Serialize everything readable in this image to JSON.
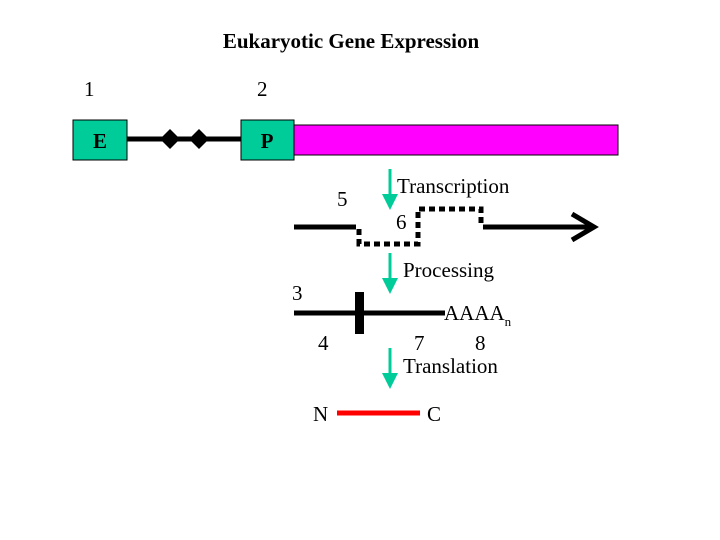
{
  "title": "Eukaryotic Gene Expression",
  "numbers": {
    "n1": "1",
    "n2": "2",
    "n3": "3",
    "n4": "4",
    "n5": "5",
    "n6": "6",
    "n7": "7",
    "n8": "8"
  },
  "boxes": {
    "enhancer": "E",
    "promoter": "P"
  },
  "steps": {
    "transcription": "Transcription",
    "processing": "Processing",
    "translation": "Translation"
  },
  "mrna": {
    "polya": "AAAA",
    "polya_sub": "n"
  },
  "protein": {
    "n_term": "N",
    "c_term": "C"
  },
  "colors": {
    "box_fill": "#00cc99",
    "gene_fill": "#ff00ff",
    "arrow": "#00cc99",
    "protein": "#ff0000",
    "line": "#000000"
  }
}
